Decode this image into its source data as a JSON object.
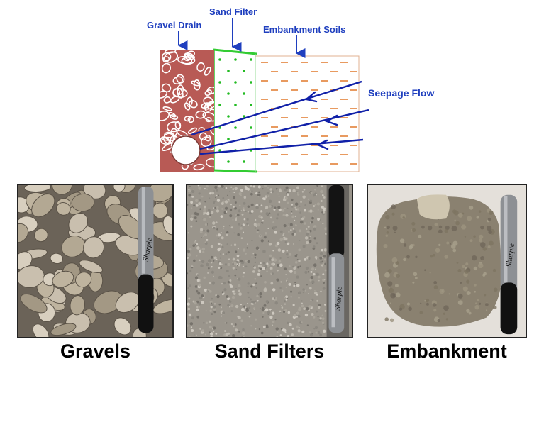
{
  "diagram": {
    "labels": {
      "gravel_drain": "Gravel Drain",
      "sand_filter": "Sand Filter",
      "embankment_soils": "Embankment Soils",
      "seepage_flow": "Seepage Flow"
    },
    "colors": {
      "label_blue": "#1f3fbf",
      "arrow_blue": "#1020a8",
      "gravel": "#b85a55",
      "filter_green": "#33cc33",
      "soil_dash": "#e89a60"
    }
  },
  "photos": [
    {
      "caption": "Gravels",
      "marker_brand": "Sharpie"
    },
    {
      "caption": "Sand Filters",
      "marker_brand": "Sharpie"
    },
    {
      "caption": "Embankment",
      "marker_brand": "Sharpie"
    }
  ]
}
